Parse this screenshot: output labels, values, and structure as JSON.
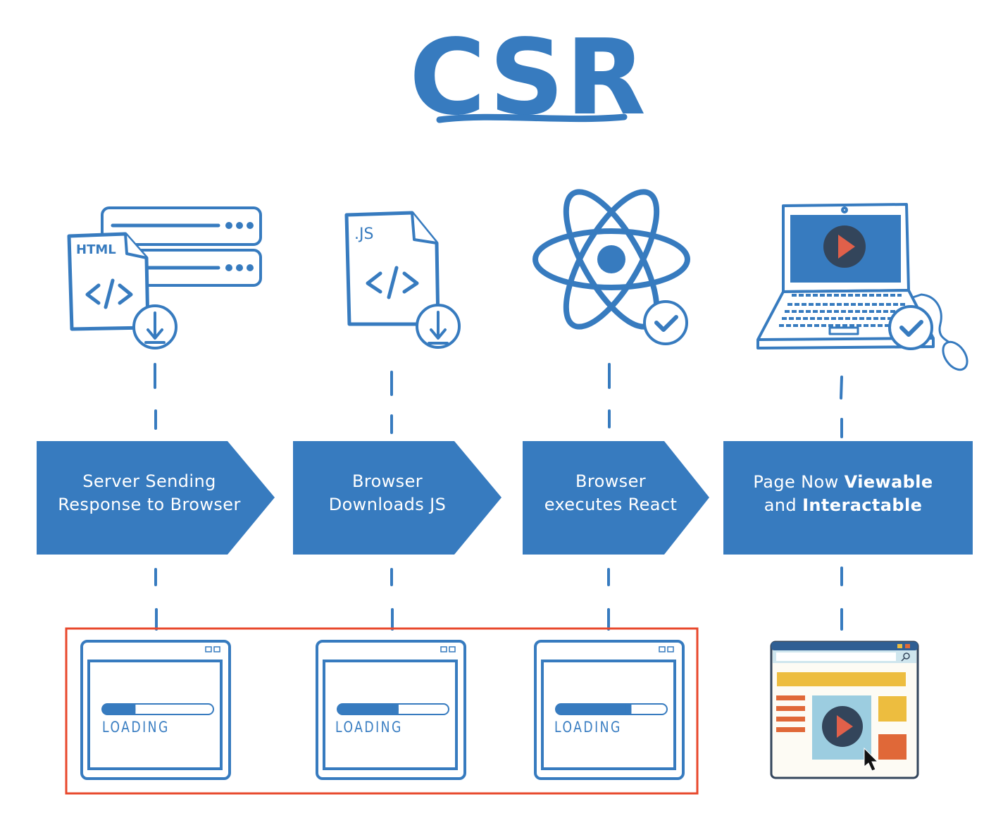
{
  "title": "CSR",
  "colors": {
    "primary": "#377bbf",
    "highlight_border": "#e8482c",
    "dark_circle": "#33455b",
    "play": "#e0604a",
    "yellow": "#edbd3f",
    "orange": "#e06838",
    "light_blue": "#9ccde0"
  },
  "icons": {
    "step1": {
      "name": "html-file-server-icon",
      "file_label": "HTML",
      "code_glyph": "</>",
      "badge": "download-icon"
    },
    "step2": {
      "name": "js-file-icon",
      "file_label": ".JS",
      "code_glyph": "</>",
      "badge": "download-icon"
    },
    "step3": {
      "name": "react-atom-icon",
      "badge": "check-icon"
    },
    "step4": {
      "name": "laptop-play-icon",
      "badge": "check-icon"
    }
  },
  "steps": [
    {
      "line1": "Server Sending",
      "line2": "Response to Browser"
    },
    {
      "line1": "Browser",
      "line2": "Downloads JS"
    },
    {
      "line1": "Browser",
      "line2": "executes React"
    },
    {
      "line1_prefix": "Page Now ",
      "line1_bold": "Viewable",
      "line2_prefix": "and ",
      "line2_bold": "Interactable"
    }
  ],
  "loading_windows": [
    {
      "label": "LOADING",
      "progress": 0.3
    },
    {
      "label": "LOADING",
      "progress": 0.55
    },
    {
      "label": "LOADING",
      "progress": 0.68
    }
  ],
  "final_page": {
    "name": "interactive-page-icon"
  }
}
